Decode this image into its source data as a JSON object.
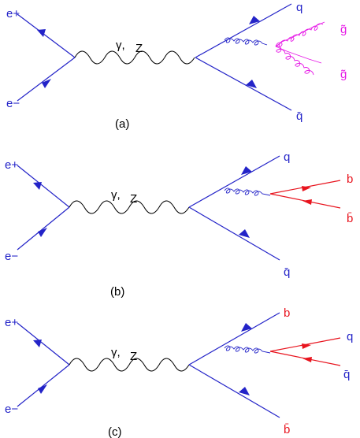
{
  "diagrams": [
    {
      "caption": "(a)",
      "incoming": [
        "e+",
        "e−"
      ],
      "propagator": [
        "γ,",
        "Z"
      ],
      "outgoing": [
        "q",
        "q̄"
      ],
      "emitted": [
        "g̃",
        "g̃"
      ],
      "emitted_color": "#e619e6"
    },
    {
      "caption": "(b)",
      "incoming": [
        "e+",
        "e−"
      ],
      "propagator": [
        "γ,",
        "Z"
      ],
      "outgoing": [
        "q",
        "q̄"
      ],
      "emitted": [
        "b",
        "b̄"
      ],
      "emitted_color": "#e8141e"
    },
    {
      "caption": "(c)",
      "incoming": [
        "e+",
        "e−"
      ],
      "propagator": [
        "γ,",
        "Z"
      ],
      "outgoing": [
        "b",
        "b̄"
      ],
      "emitted": [
        "q",
        "q̄"
      ],
      "outgoing_color": "#e8141e",
      "emitted_color": "#2323c8"
    }
  ],
  "colors": {
    "fermion": "#2323c8",
    "boson": "#000000",
    "heavy_quark": "#e8141e",
    "gluino": "#e619e6"
  }
}
